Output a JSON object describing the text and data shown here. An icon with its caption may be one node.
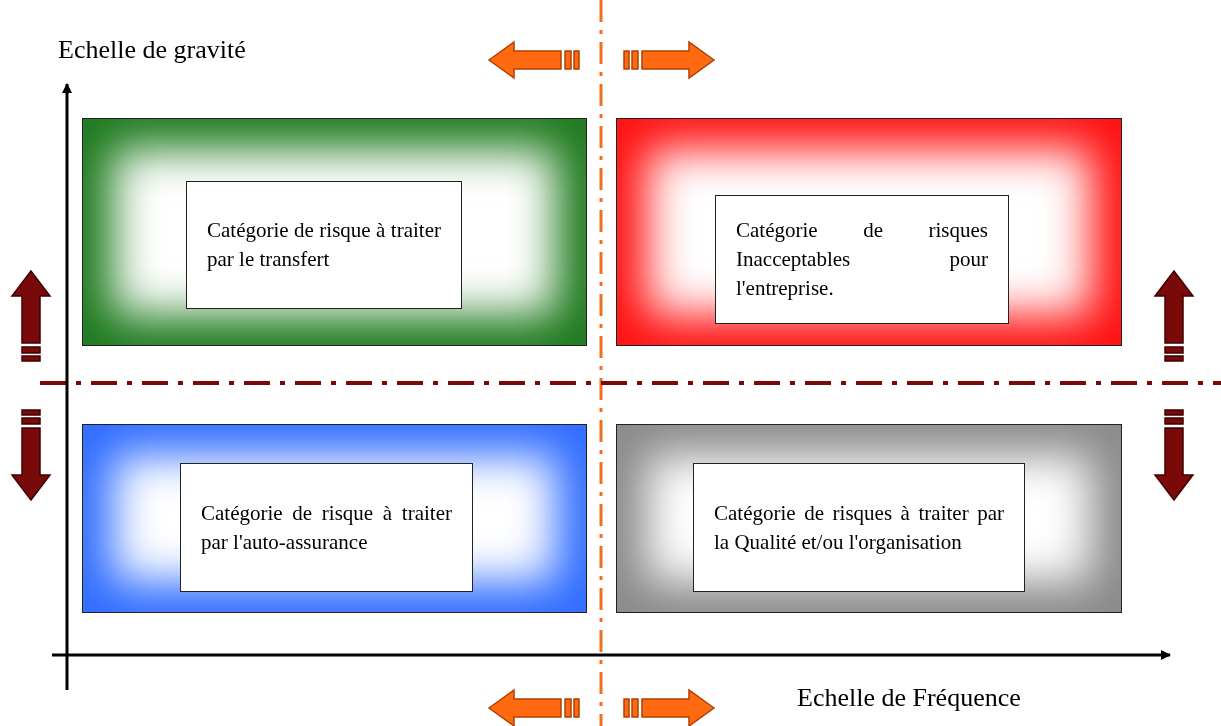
{
  "diagram": {
    "nodes": [
      {
        "text": [],
        "shape": "box"
      },
      {
        "text": [
          "Catégorie de risque à traiter par le transfert"
        ],
        "in": 0
      },
      {
        "text": [],
        "shape": "box"
      },
      {
        "text": [
          "Catégorie de risques Inacceptables pour l'entreprise."
        ],
        "in": 2
      },
      {
        "text": [],
        "shape": "box"
      },
      {
        "text": [
          "Catégorie de risque à traiter par l'auto-assurance"
        ],
        "in": 4
      },
      {
        "text": [],
        "shape": "box"
      },
      {
        "text": [
          "Catégorie de risques à traiter par la Qualité et/ou l'organisation"
        ],
        "in": 6
      }
    ],
    "labels": [
      "Echelle de gravité",
      "Echelle de Fréquence"
    ]
  }
}
